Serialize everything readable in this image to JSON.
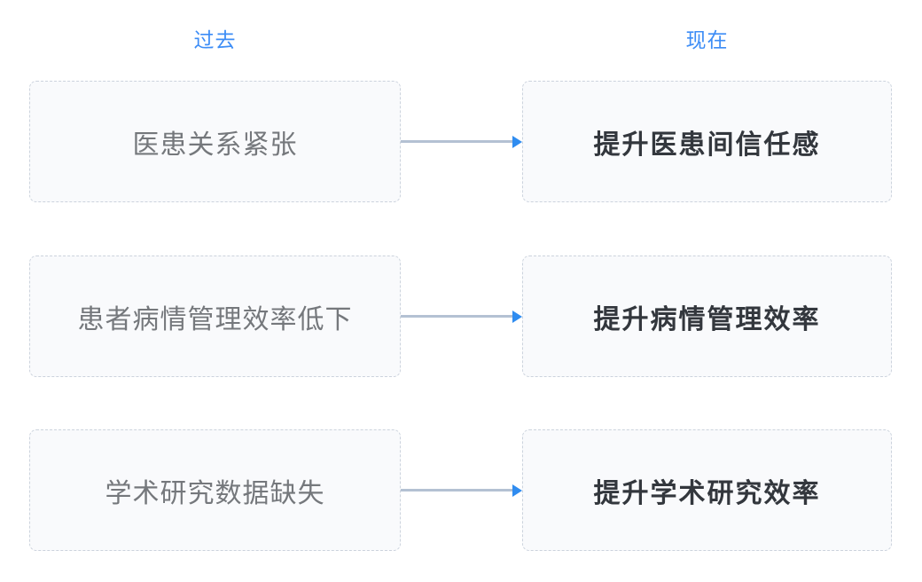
{
  "diagram": {
    "columns": [
      {
        "header": "过去"
      },
      {
        "header": "现在"
      }
    ],
    "rows": [
      {
        "past": "医患关系紧张",
        "present": "提升医患间信任感"
      },
      {
        "past": "患者病情管理效率低下",
        "present": "提升病情管理效率"
      },
      {
        "past": "学术研究数据缺失",
        "present": "提升学术研究效率"
      }
    ],
    "colors": {
      "header_color": "#3d8df6",
      "arrow_line": "#b4c1d3",
      "arrow_head": "#2f8cf0",
      "box_border": "#ccd3dd",
      "box_bg": "#f9fafc",
      "past_text": "#75787c",
      "present_text": "#33373d"
    }
  }
}
